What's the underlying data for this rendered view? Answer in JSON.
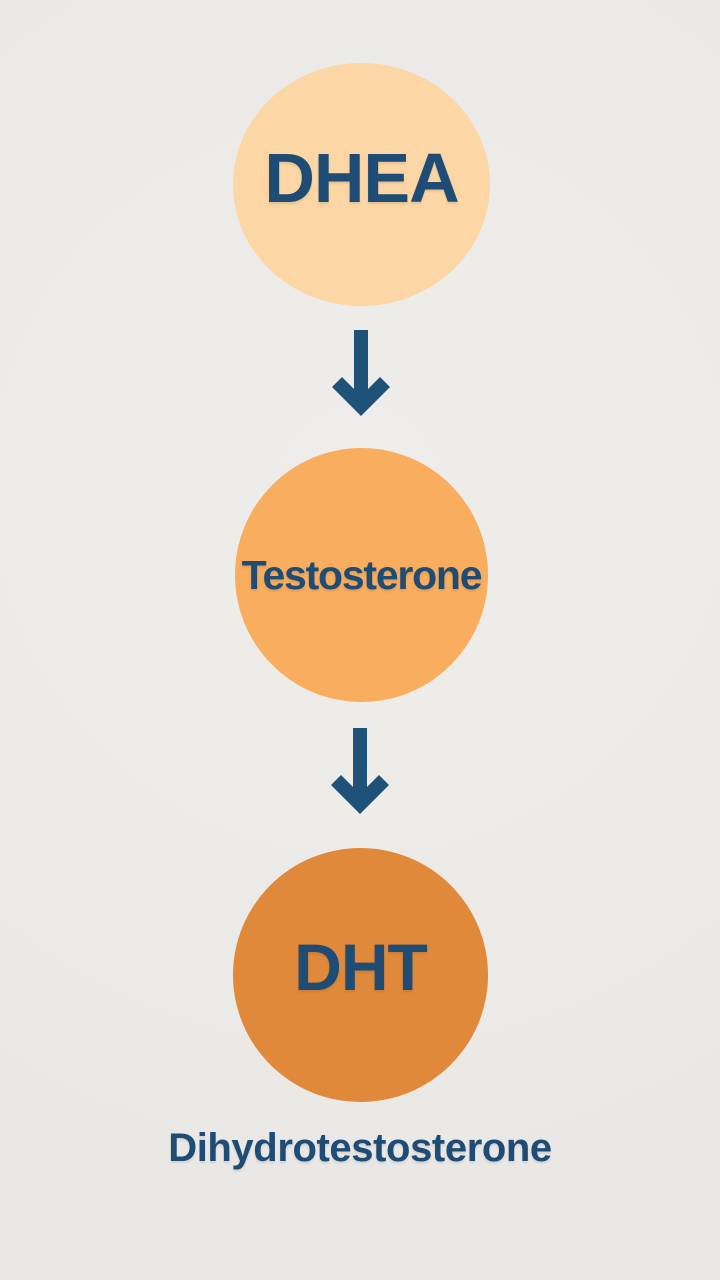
{
  "colors": {
    "background": "#ECEAE7",
    "text": "#1E4C74",
    "arrow": "#1F5278",
    "node_dhea": "#FCD6A4",
    "node_testosterone": "#F9AD5F",
    "node_dht": "#E1893A"
  },
  "diagram": {
    "type": "flow",
    "direction": "top-to-bottom",
    "nodes": [
      {
        "id": "dhea",
        "label": "DHEA"
      },
      {
        "id": "testosterone",
        "label": "Testosterone"
      },
      {
        "id": "dht",
        "label": "DHT"
      }
    ],
    "edges": [
      {
        "from": "dhea",
        "to": "testosterone",
        "icon": "down-arrow-icon"
      },
      {
        "from": "testosterone",
        "to": "dht",
        "icon": "down-arrow-icon"
      }
    ],
    "caption": "Dihydrotestosterone"
  }
}
